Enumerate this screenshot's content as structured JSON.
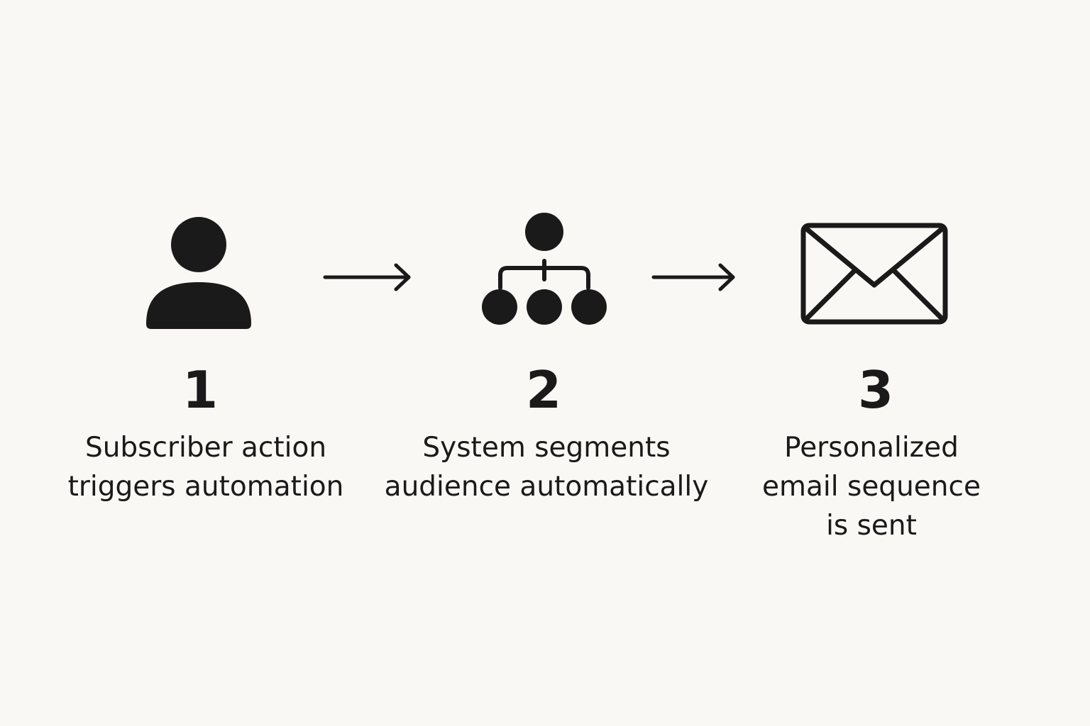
{
  "steps": [
    {
      "number": "1",
      "description": "Subscriber action\ntriggers automation",
      "icon": "person-icon"
    },
    {
      "number": "2",
      "description": "System segments\naudience automatically",
      "icon": "hierarchy-icon"
    },
    {
      "number": "3",
      "description": "Personalized\nemail sequence\nis sent",
      "icon": "envelope-icon"
    }
  ],
  "connectors": [
    "right-arrow-icon",
    "right-arrow-icon"
  ],
  "colors": {
    "background": "#faf8f5",
    "ink": "#1a1a1a"
  }
}
